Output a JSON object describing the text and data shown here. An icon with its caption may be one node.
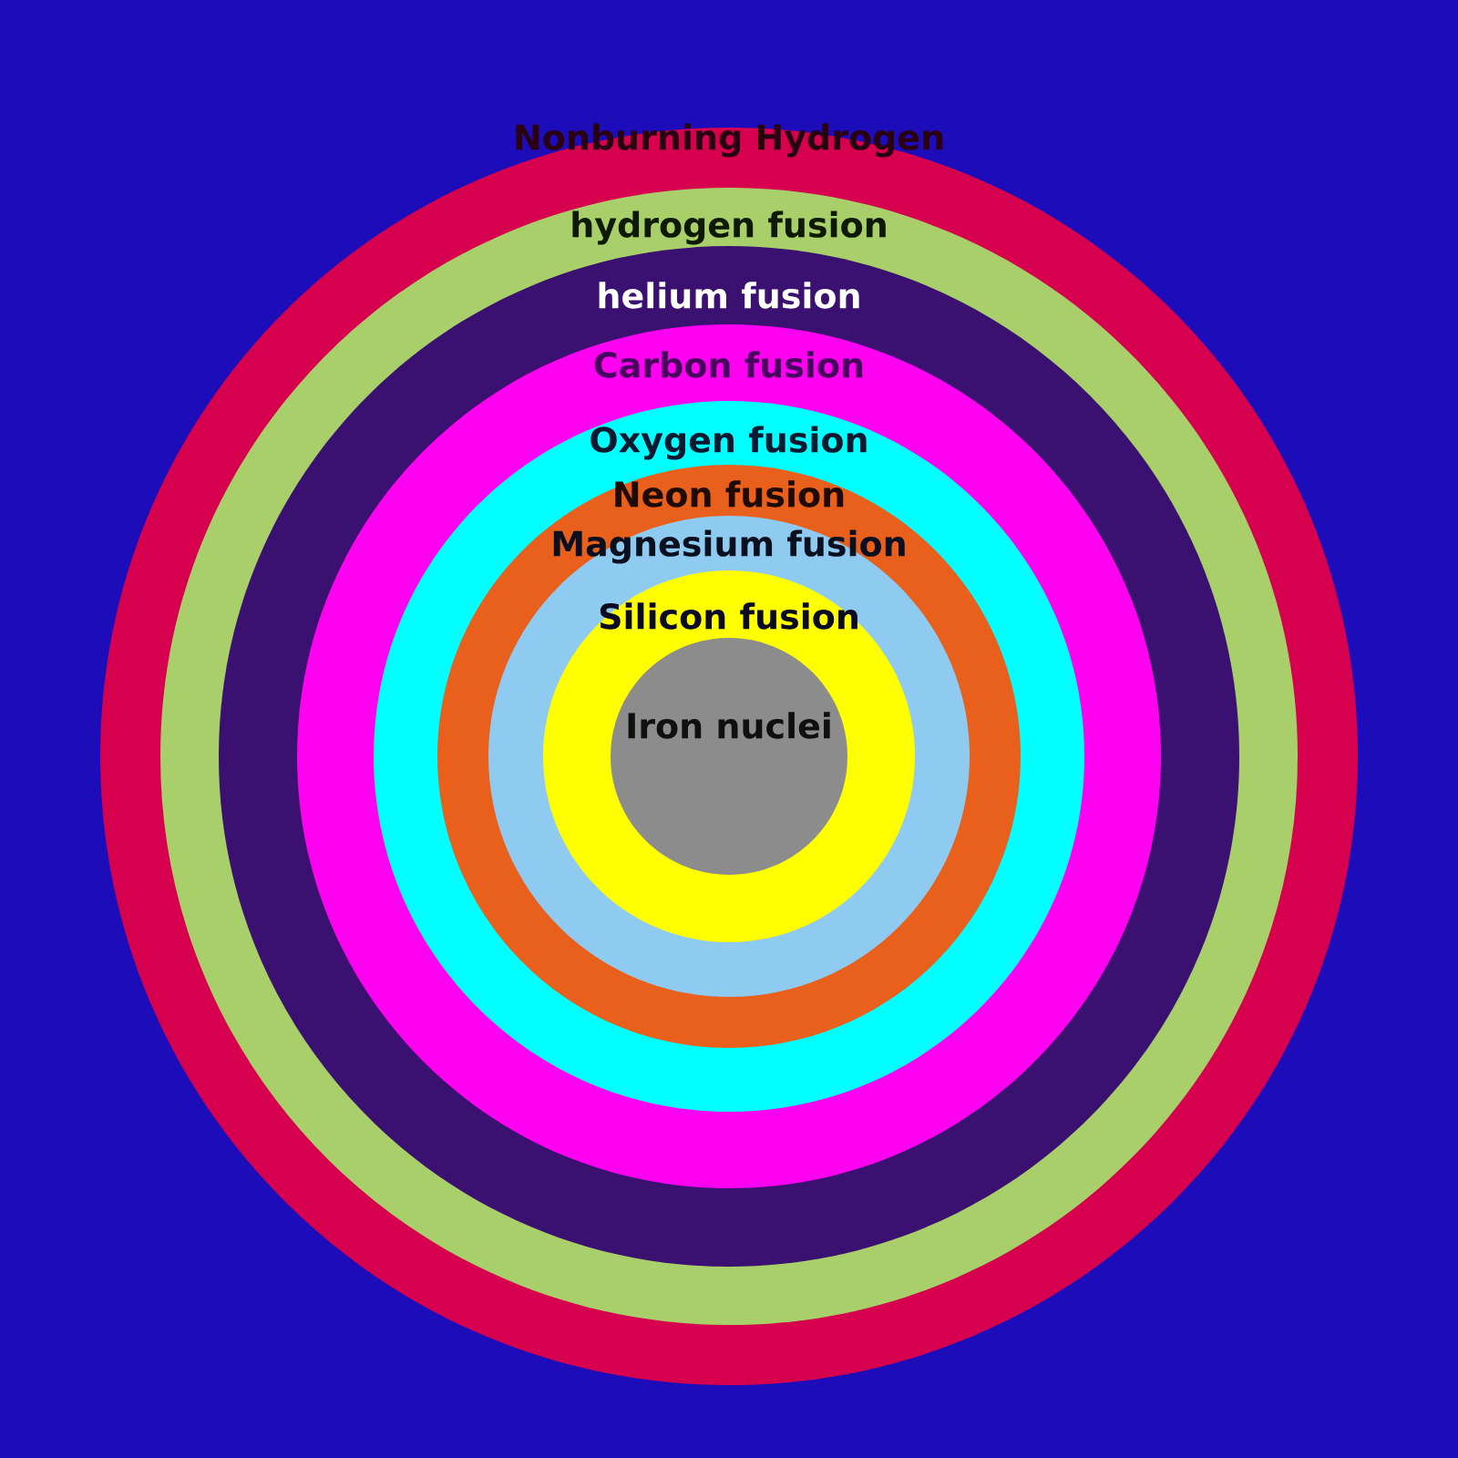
{
  "diagram": {
    "nodes": [
      {
        "text": [
          "Nonburning Hydrogen"
        ]
      },
      {
        "text": [
          "hydrogen fusion"
        ],
        "in": 0
      },
      {
        "text": [
          "helium fusion"
        ],
        "in": 1
      },
      {
        "text": [
          "Carbon fusion"
        ],
        "in": 2
      },
      {
        "text": [
          "Oxygen fusion"
        ],
        "in": 3
      },
      {
        "text": [
          "Neon fusion"
        ],
        "in": 4
      },
      {
        "text": [
          "Magnesium fusion"
        ],
        "in": 5
      },
      {
        "text": [
          "Silicon fusion"
        ],
        "in": 6
      },
      {
        "text": [
          "Iron nuclei"
        ],
        "in": 7
      }
    ]
  }
}
